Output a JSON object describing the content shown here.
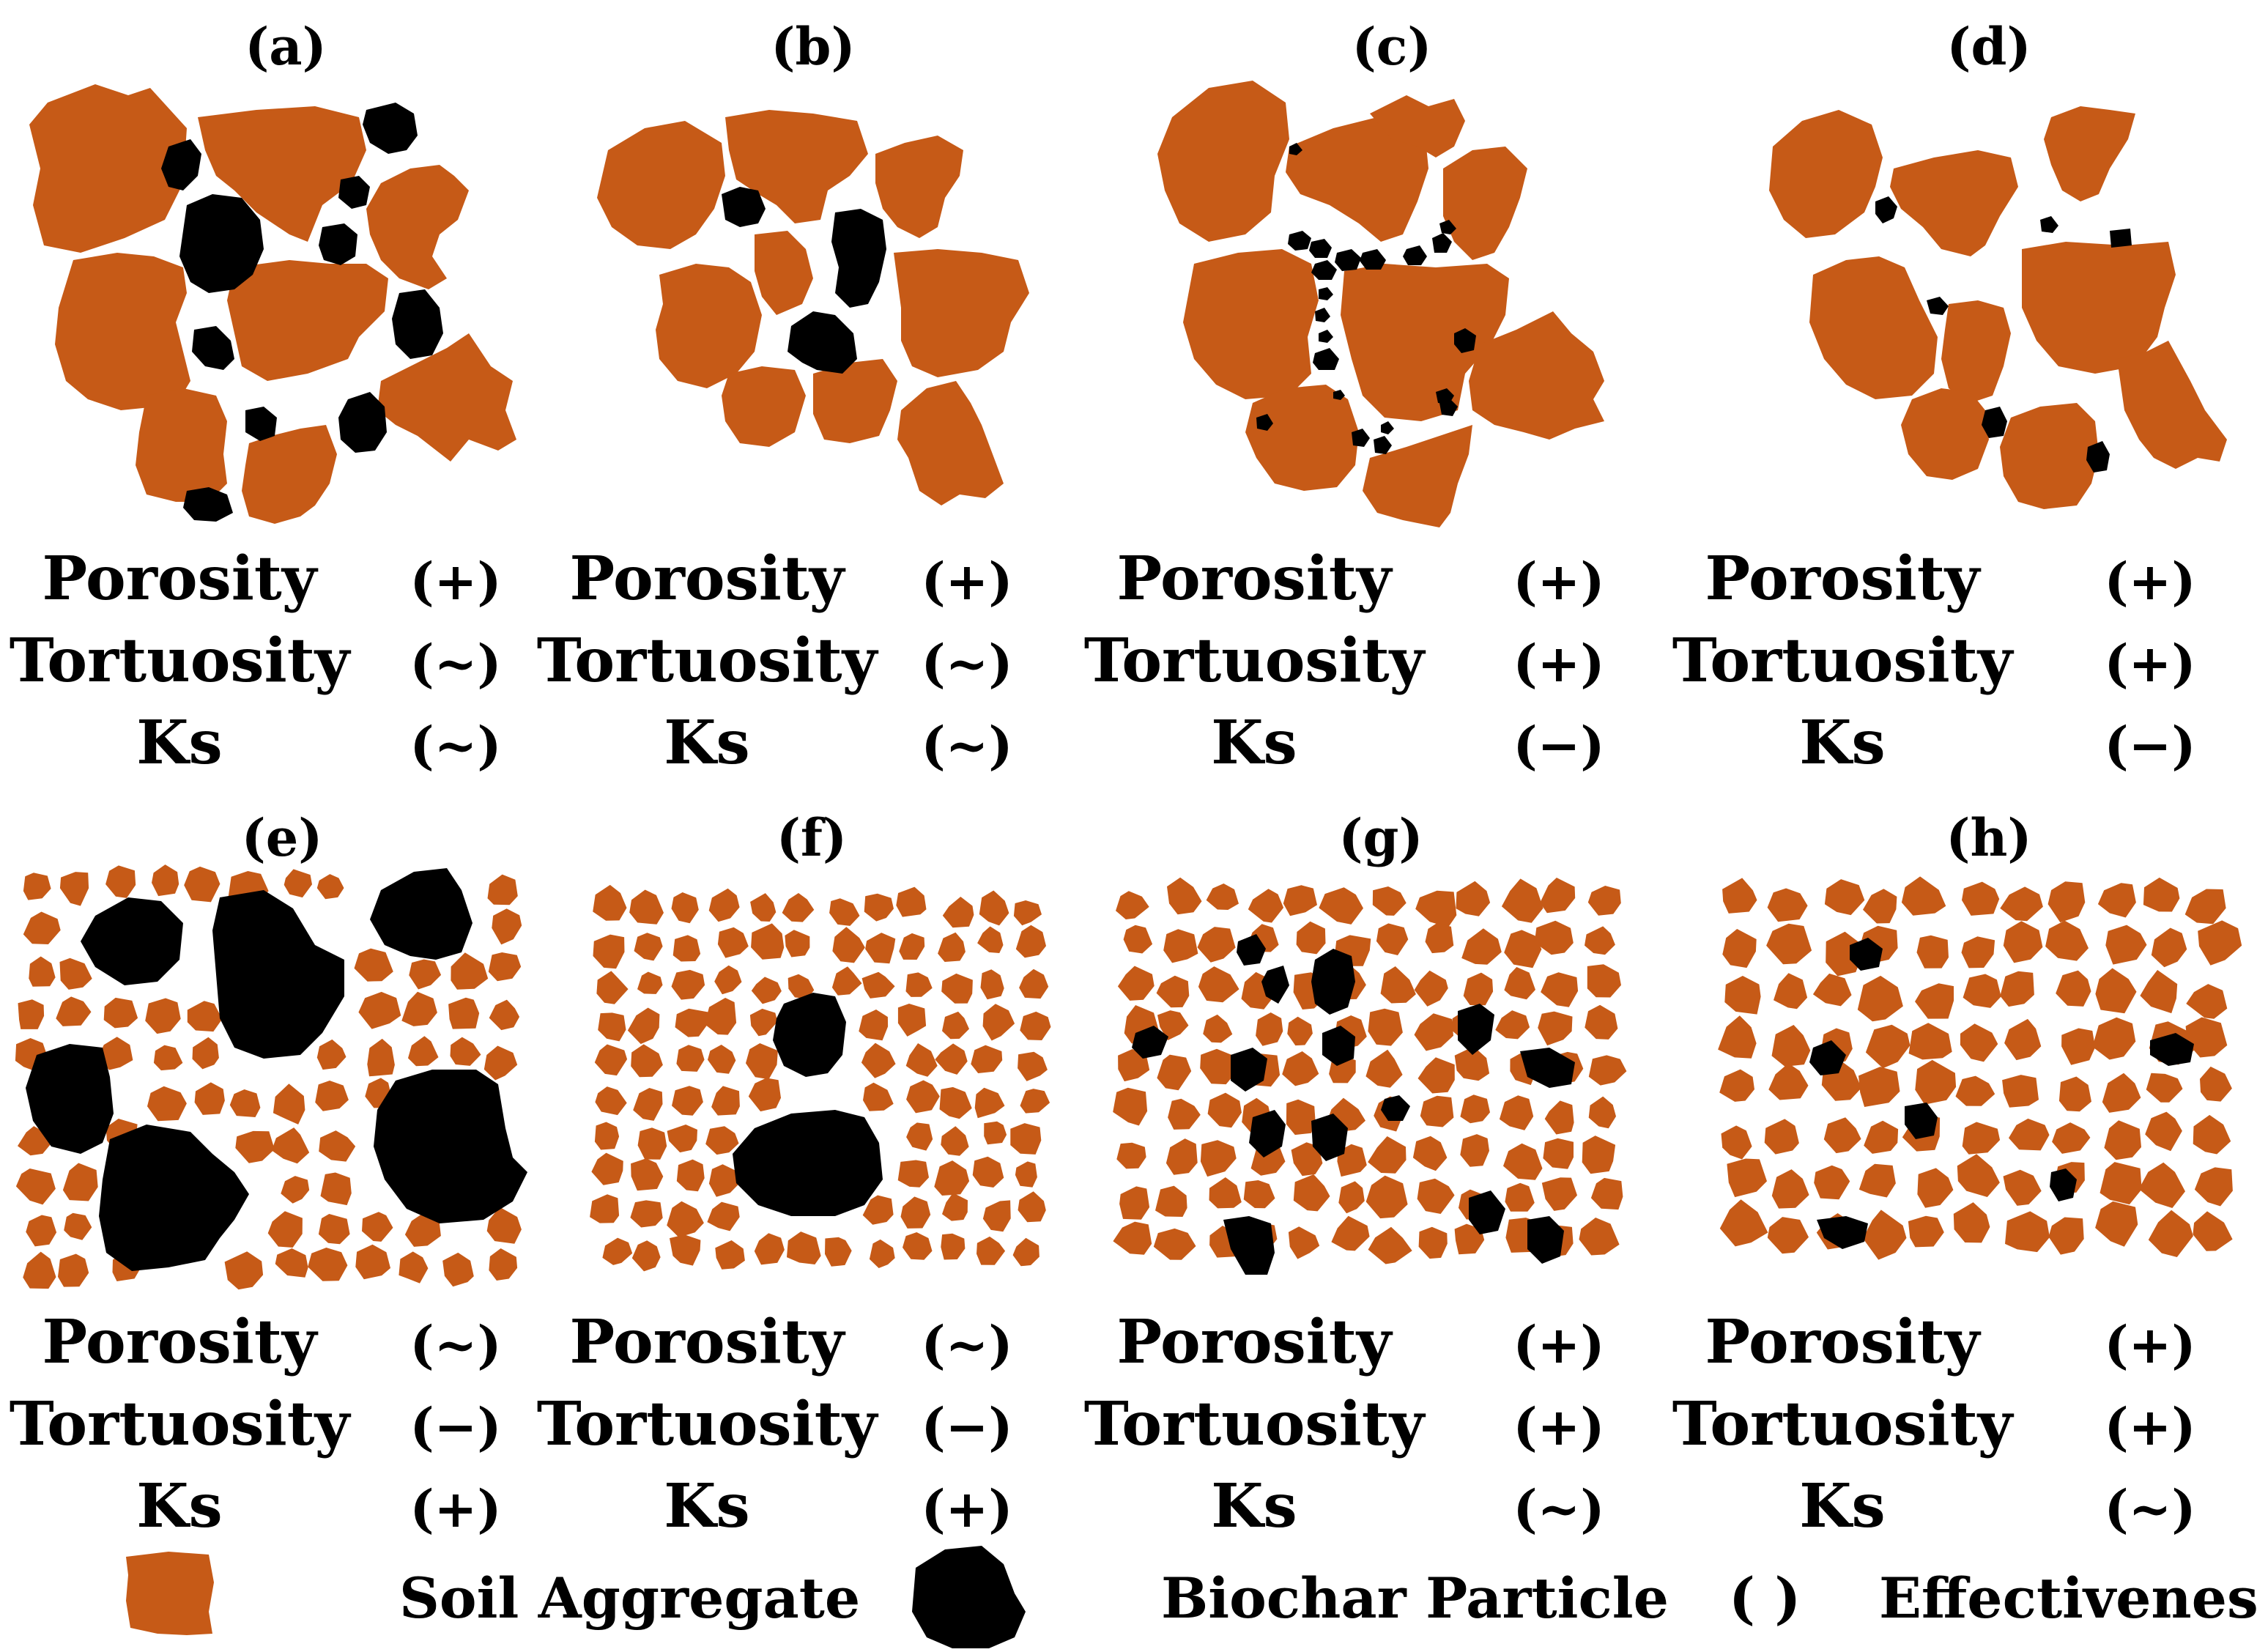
{
  "colors": {
    "soil": "#C65A17",
    "biochar": "#000000",
    "background": "#ffffff"
  },
  "panels": [
    {
      "id": "a",
      "title": "(a)",
      "properties": [
        {
          "name": "Porosity",
          "effect": "(+)"
        },
        {
          "name": "Tortuosity",
          "effect": "(~)"
        },
        {
          "name": "Ks",
          "effect": "(~)"
        }
      ]
    },
    {
      "id": "b",
      "title": "(b)",
      "properties": [
        {
          "name": "Porosity",
          "effect": "(+)"
        },
        {
          "name": "Tortuosity",
          "effect": "(~)"
        },
        {
          "name": "Ks",
          "effect": "(~)"
        }
      ]
    },
    {
      "id": "c",
      "title": "(c)",
      "properties": [
        {
          "name": "Porosity",
          "effect": "(+)"
        },
        {
          "name": "Tortuosity",
          "effect": "(+)"
        },
        {
          "name": "Ks",
          "effect": "(−)"
        }
      ]
    },
    {
      "id": "d",
      "title": "(d)",
      "properties": [
        {
          "name": "Porosity",
          "effect": "(+)"
        },
        {
          "name": "Tortuosity",
          "effect": "(+)"
        },
        {
          "name": "Ks",
          "effect": "(−)"
        }
      ]
    },
    {
      "id": "e",
      "title": "(e)",
      "properties": [
        {
          "name": "Porosity",
          "effect": "(~)"
        },
        {
          "name": "Tortuosity",
          "effect": "(−)"
        },
        {
          "name": "Ks",
          "effect": "(+)"
        }
      ]
    },
    {
      "id": "f",
      "title": "(f)",
      "properties": [
        {
          "name": "Porosity",
          "effect": "(~)"
        },
        {
          "name": "Tortuosity",
          "effect": "(−)"
        },
        {
          "name": "Ks",
          "effect": "(+)"
        }
      ]
    },
    {
      "id": "g",
      "title": "(g)",
      "properties": [
        {
          "name": "Porosity",
          "effect": "(+)"
        },
        {
          "name": "Tortuosity",
          "effect": "(+)"
        },
        {
          "name": "Ks",
          "effect": "(~)"
        }
      ]
    },
    {
      "id": "h",
      "title": "(h)",
      "properties": [
        {
          "name": "Porosity",
          "effect": "(+)"
        },
        {
          "name": "Tortuosity",
          "effect": "(+)"
        },
        {
          "name": "Ks",
          "effect": "(~)"
        }
      ]
    }
  ],
  "legend": {
    "soil_label": "Soil Aggregate",
    "biochar_label": "Biochar Particle",
    "effect_symbol": "( )",
    "effect_label": "Effectiveness"
  }
}
